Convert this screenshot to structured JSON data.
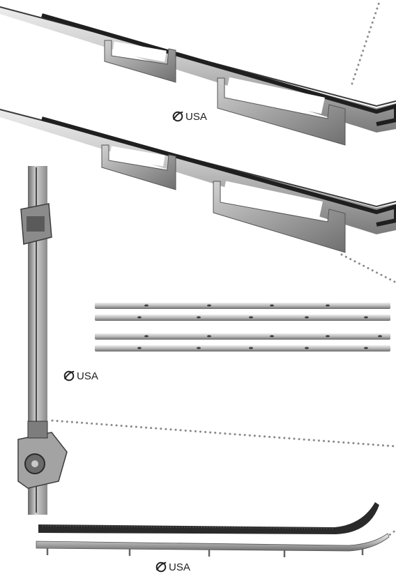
{
  "labels": {
    "upper_rail": "USA",
    "vertical_channel": "USA",
    "weatherstrip": "USA"
  },
  "icons": {
    "origin_mark": "globe-swoosh-icon"
  },
  "colors": {
    "metal_light": "#d9d9d9",
    "metal_mid": "#a9a9a9",
    "metal_dark": "#5c5c5c",
    "rubber": "#2a2a2a",
    "dots": "#8a8a8a"
  }
}
